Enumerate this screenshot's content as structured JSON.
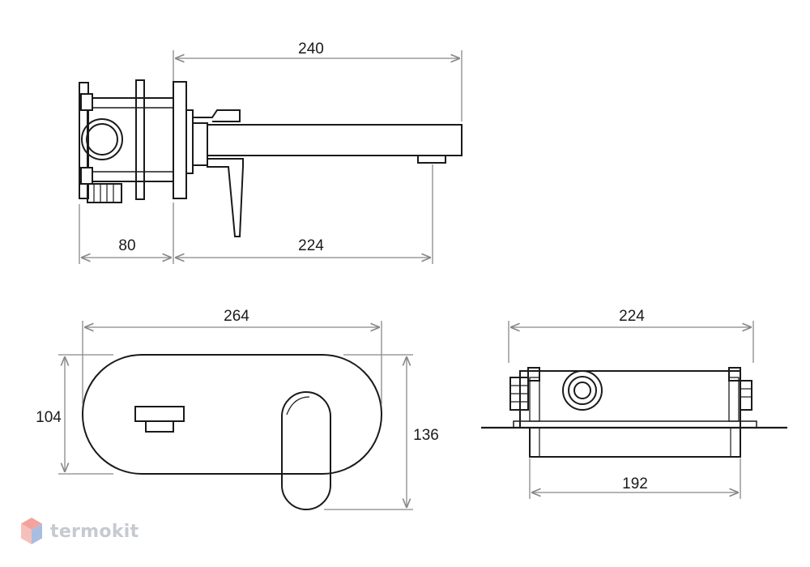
{
  "brand": {
    "name": "termokit",
    "logo_icon": "hexagon-cube-icon",
    "colors": {
      "red": "#f2a49c",
      "blue": "#a9bde3",
      "text": "#c6c9d0"
    }
  },
  "dimensions": {
    "side_total_length": "240",
    "side_box_depth": "80",
    "side_spout_projection": "224",
    "front_plate_width": "264",
    "front_inner_height": "104",
    "front_outer_height": "136",
    "top_box_width": "224",
    "top_box_inner_width": "192"
  },
  "colors": {
    "line": "#1a1a1a",
    "dimension_line": "#888888",
    "background": "#ffffff"
  }
}
